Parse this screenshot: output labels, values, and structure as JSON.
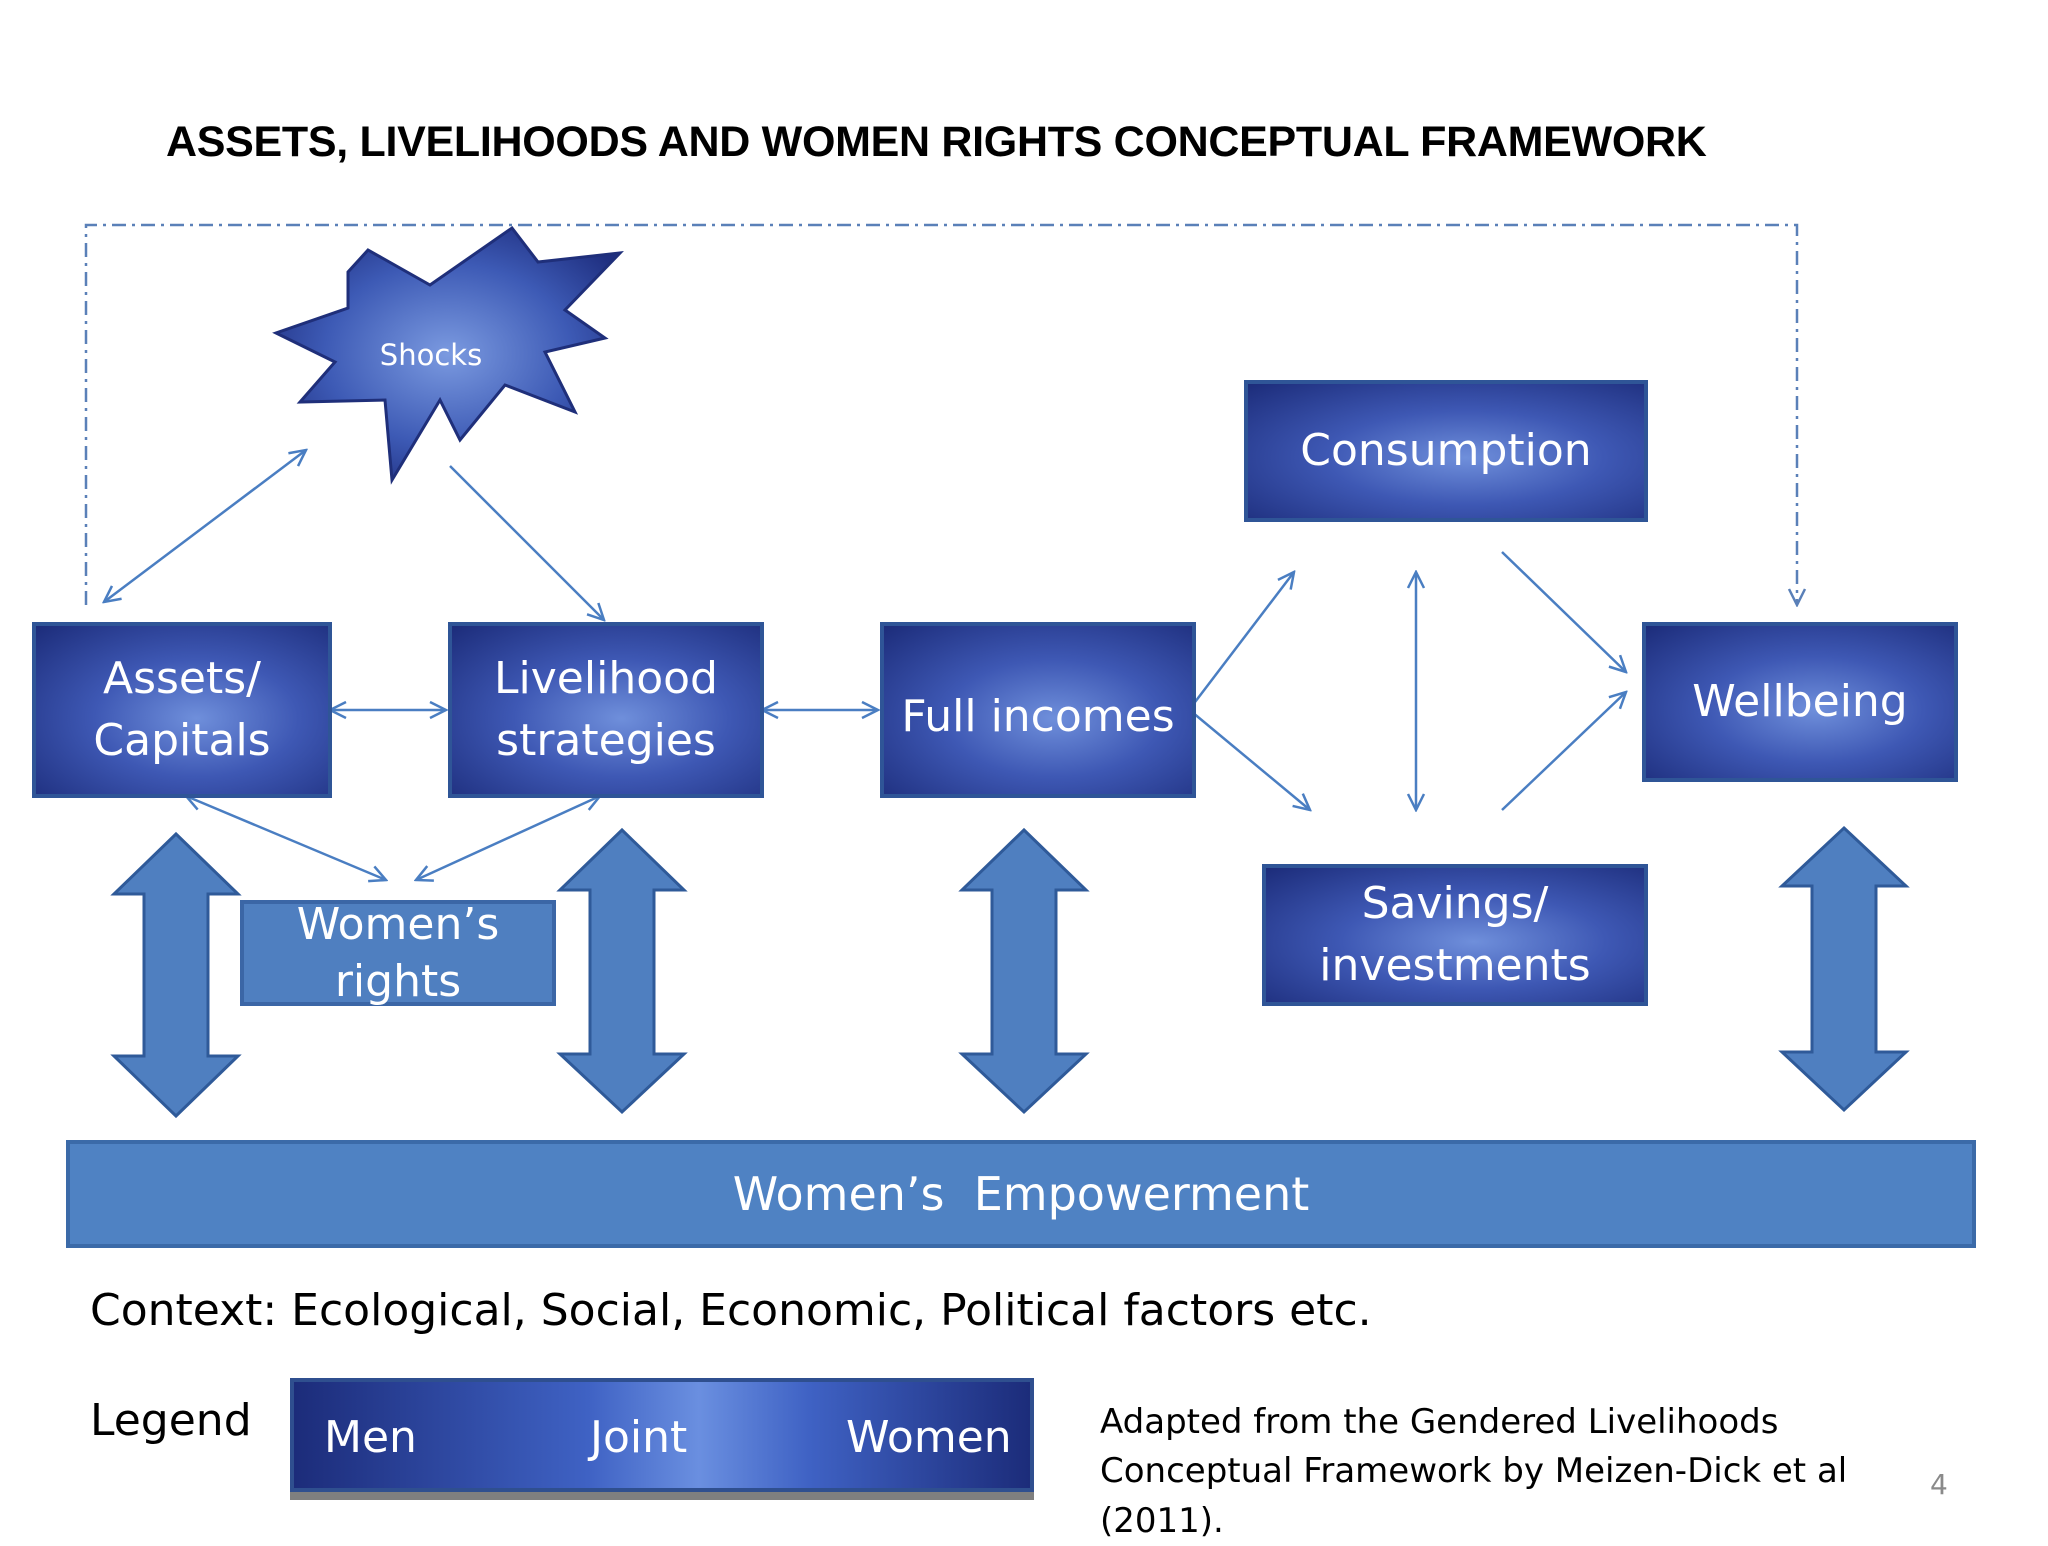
{
  "title": "ASSETS, LIVELIHOODS AND WOMEN RIGHTS CONCEPTUAL FRAMEWORK",
  "nodes": {
    "shocks": "Shocks",
    "assets": "Assets/ Capitals",
    "livelihood": "Livelihood strategies",
    "full_incomes": "Full incomes",
    "consumption": "Consumption",
    "savings": "Savings/ investments",
    "wellbeing": "Wellbeing",
    "womens_rights": "Women’s rights",
    "empowerment": "Women’s  Empowerment"
  },
  "context": "Context: Ecological, Social, Economic, Political factors etc.",
  "legend": {
    "label": "Legend",
    "items": [
      "Men",
      "Joint",
      "Women"
    ]
  },
  "source": "Adapted from the Gendered Livelihoods Conceptual Framework by Meizen-Dick et al (2011).",
  "page_number": "4",
  "colors": {
    "box_dark": "#1c2c7a",
    "box_light": "#6f8fdb",
    "flat_blue": "#4f82c3",
    "arrow_line": "#4a7ec2"
  }
}
